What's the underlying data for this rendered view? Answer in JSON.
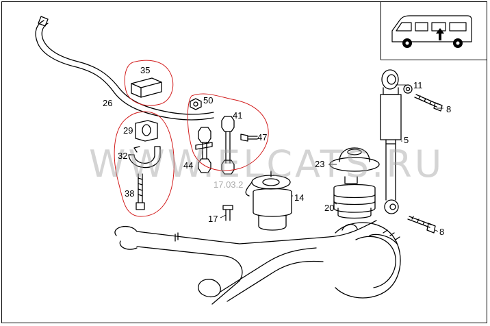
{
  "watermark": {
    "text": "WWW.ELCATS.RU",
    "date": "17.03.2"
  },
  "colors": {
    "line": "#000000",
    "highlight": "#d21c1c",
    "watermark": "#a0a0a0"
  },
  "parts": [
    {
      "id": "p35",
      "label": "35"
    },
    {
      "id": "p26",
      "label": "26"
    },
    {
      "id": "p50",
      "label": "50"
    },
    {
      "id": "p41",
      "label": "41"
    },
    {
      "id": "p47",
      "label": "47"
    },
    {
      "id": "p29",
      "label": "29"
    },
    {
      "id": "p32",
      "label": "32"
    },
    {
      "id": "p44",
      "label": "44"
    },
    {
      "id": "p38",
      "label": "38"
    },
    {
      "id": "p11",
      "label": "11"
    },
    {
      "id": "p8a",
      "label": "8"
    },
    {
      "id": "p5",
      "label": "5"
    },
    {
      "id": "p23",
      "label": "23"
    },
    {
      "id": "p14",
      "label": "14"
    },
    {
      "id": "p20",
      "label": "20"
    },
    {
      "id": "p17",
      "label": "17"
    },
    {
      "id": "p8b",
      "label": "8"
    }
  ],
  "highlight_groups": [
    "pad-35",
    "bushings-29-32-38",
    "link-50-41-47-44"
  ],
  "inset_icon": "van-icon"
}
